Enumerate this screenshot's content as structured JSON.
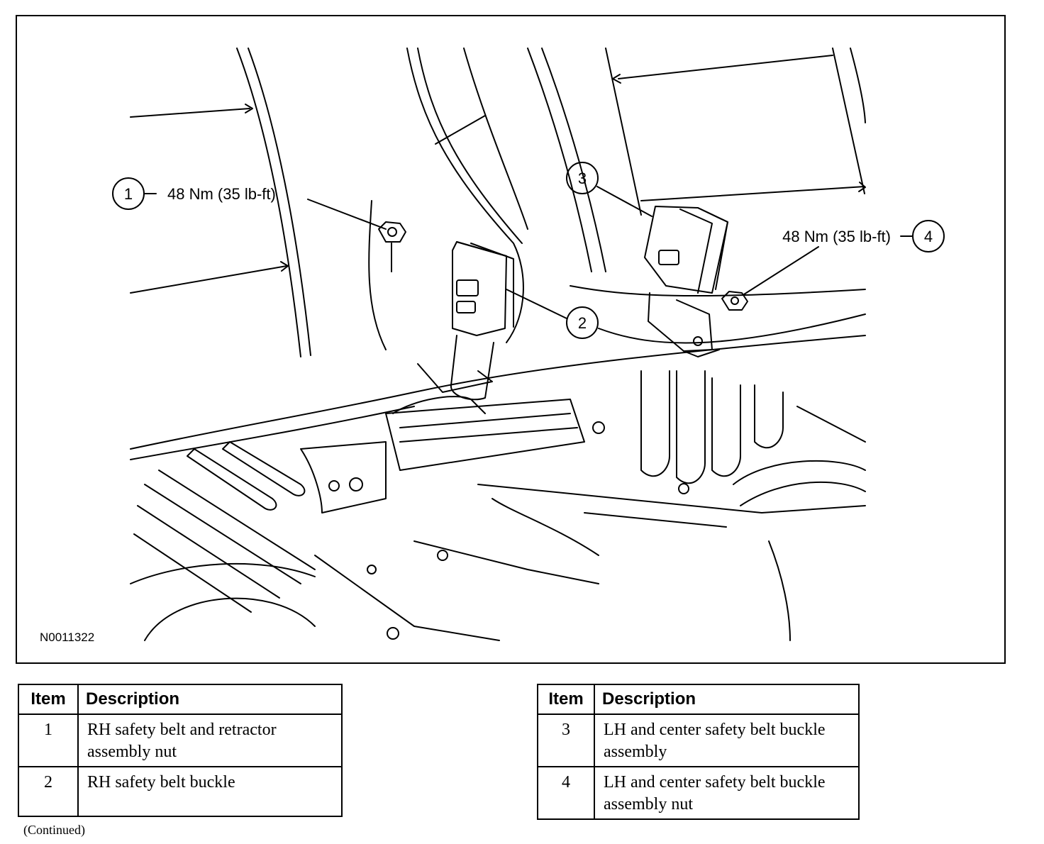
{
  "figure": {
    "id": "N0011322",
    "callouts": [
      {
        "number": "1",
        "torque": "48 Nm (35 lb-ft)"
      },
      {
        "number": "2"
      },
      {
        "number": "3"
      },
      {
        "number": "4",
        "torque": "48 Nm (35 lb-ft)"
      }
    ]
  },
  "legend": {
    "header": {
      "item": "Item",
      "description": "Description"
    },
    "left": [
      {
        "item": "1",
        "description": "RH safety belt and retractor assembly nut"
      },
      {
        "item": "2",
        "description": "RH safety belt buckle"
      }
    ],
    "right": [
      {
        "item": "3",
        "description": "LH and center safety belt buckle assembly"
      },
      {
        "item": "4",
        "description": "LH and center safety belt buckle assembly nut"
      }
    ]
  },
  "footer": {
    "continued": "(Continued)"
  }
}
